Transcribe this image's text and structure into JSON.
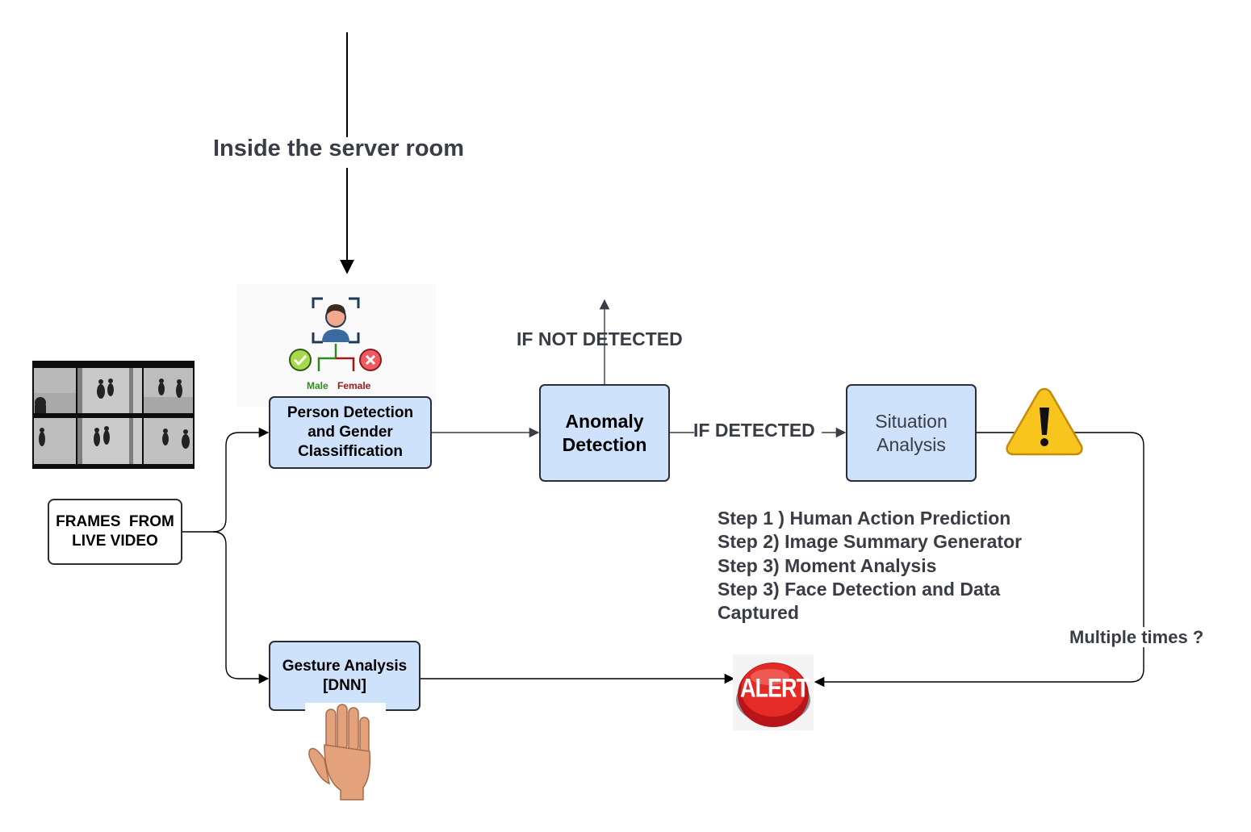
{
  "title": "Inside the server room",
  "nodes": {
    "frames": "FRAMES  FROM LIVE VIDEO",
    "person_detection": "Person Detection and Gender Classiffication",
    "gesture": "Gesture Analysis [DNN]",
    "anomaly": "Anomaly Detection",
    "situation": "Situation Analysis"
  },
  "gender_labels": {
    "male": "Male",
    "female": "Female"
  },
  "edge_labels": {
    "not_detected": "IF NOT DETECTED",
    "detected": "IF DETECTED",
    "multiple": "Multiple times ?"
  },
  "steps": [
    "Step 1 ) Human Action Prediction",
    "Step 2) Image Summary Generator",
    "Step 3) Moment Analysis",
    "Step 3) Face Detection and Data",
    "Captured"
  ],
  "alert_text": "ALERT",
  "colors": {
    "box_fill": "#cfe2fb",
    "box_border": "#2b2e35",
    "text": "#3a3d45",
    "male": "#2e8b1f",
    "female": "#a3171b",
    "warning": "#f7c51e",
    "alert": "#d8201f"
  },
  "icons": [
    "cctv-frames-image",
    "face-scan-icon",
    "check-icon",
    "cross-icon",
    "warning-icon",
    "alert-button-icon",
    "hand-icon"
  ]
}
